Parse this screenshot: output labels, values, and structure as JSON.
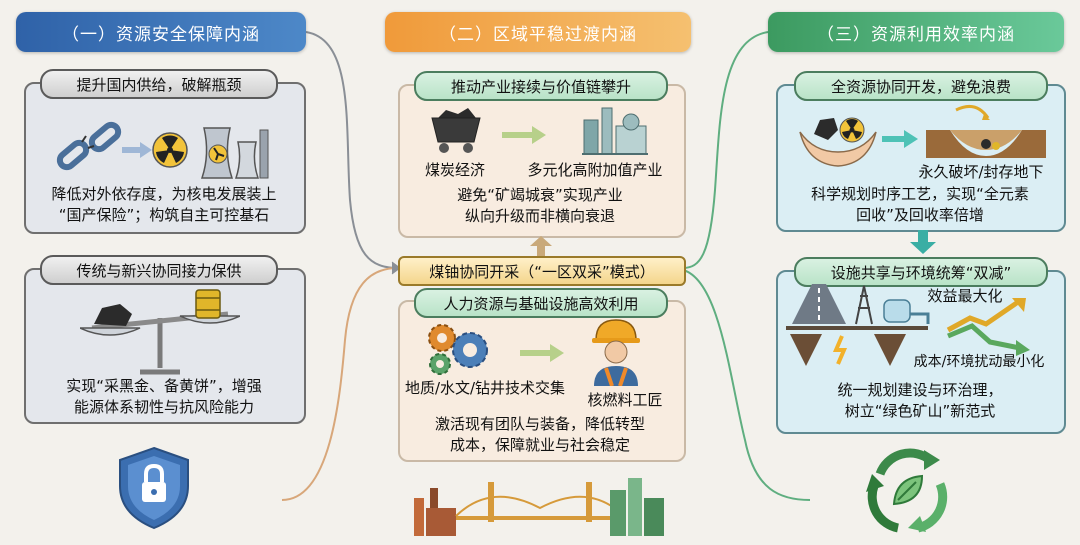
{
  "headers": {
    "left": "（一）资源安全保障内涵",
    "middle": "（二）区域平稳过渡内涵",
    "right": "（三）资源利用效率内涵"
  },
  "left": {
    "box1": {
      "title": "提升国内供给，破解瓶颈",
      "line1": "降低对外依存度，为核电发展装上",
      "line2": "“国产保险”；构筑自主可控基石"
    },
    "box2": {
      "title": "传统与新兴协同接力保供",
      "line1": "实现“采黑金、备黄饼”，增强",
      "line2": "能源体系韧性与抗风险能力"
    }
  },
  "middle": {
    "box1": {
      "title": "推动产业接续与价值链攀升",
      "label_left": "煤炭经济",
      "label_right": "多元化高附加值产业",
      "line1": "避免“矿竭城衰”实现产业",
      "line2": "纵向升级而非横向衰退"
    },
    "center": "煤铀协同开采（“一区双采”模式）",
    "box2": {
      "title": "人力资源与基础设施高效利用",
      "label_left": "地质/水文/钻井技术交集",
      "label_right": "核燃料工匠",
      "line1": "激活现有团队与装备，降低转型",
      "line2": "成本，保障就业与社会稳定"
    }
  },
  "right": {
    "box1": {
      "title": "全资源协同开发，避免浪费",
      "label": "永久破坏/封存地下",
      "line1": "科学规划时序工艺，实现“全元素",
      "line2": "回收”及回收率倍增"
    },
    "box2": {
      "title": "设施共享与环境统筹“双减”",
      "label_up": "效益最大化",
      "label_down": "成本/环境扰动最小化",
      "line1": "统一规划建设与环治理，",
      "line2": "树立“绿色矿山”新范式"
    }
  },
  "colors": {
    "blue": "#2f62a8",
    "orange": "#f09a3a",
    "green": "#3c9a60"
  }
}
